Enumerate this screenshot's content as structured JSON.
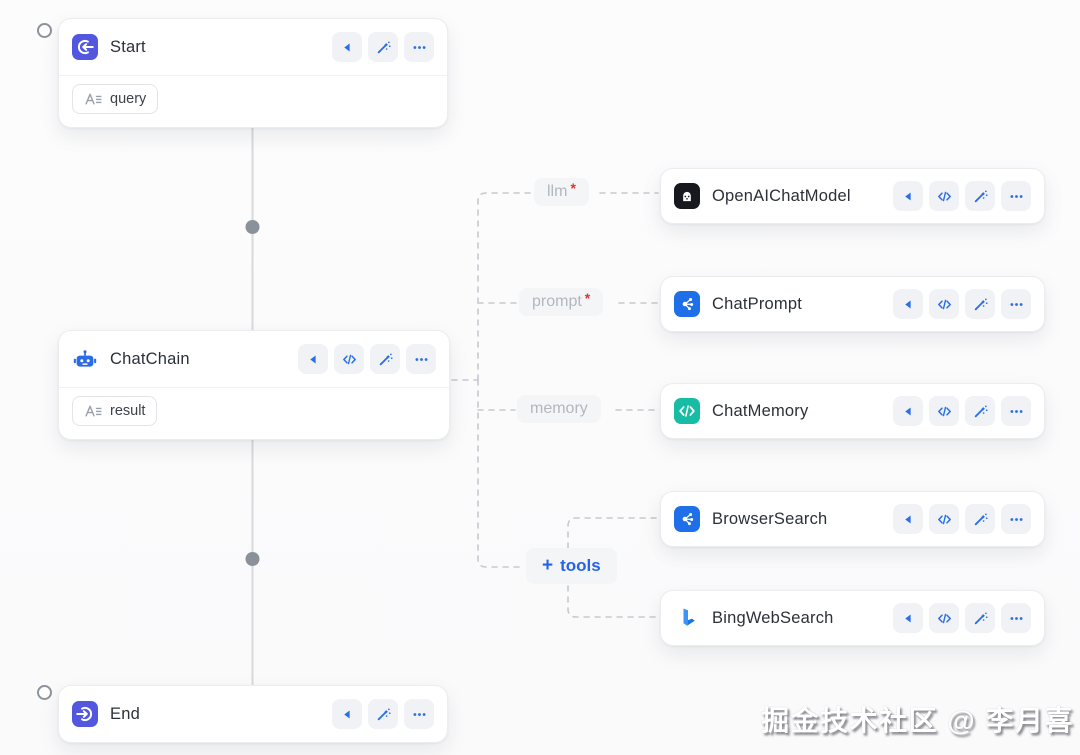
{
  "canvas": {
    "watermark": "掘金技术社区 @ 李月喜",
    "background": "#fbfbfc"
  },
  "colors": {
    "accent_blue": "#2a6fe8",
    "indigo": "#5357e0",
    "teal": "#16bda4",
    "black": "#17191f",
    "required_red": "#e0342f",
    "label_gray": "#b2b7c0",
    "wire_solid": "#d7d9dd",
    "wire_dashed": "#c6c9d0",
    "wire_dot": "#8a9199"
  },
  "left_nodes": {
    "start": {
      "title": "Start",
      "icon": "enter-circle-icon",
      "output_tag": "query",
      "buttons": [
        "collapse-icon",
        "ai-wand-icon",
        "more-icon"
      ]
    },
    "chatchain": {
      "title": "ChatChain",
      "icon": "robot-icon",
      "output_tag": "result",
      "buttons": [
        "collapse-icon",
        "code-icon",
        "ai-wand-icon",
        "more-icon"
      ]
    },
    "end": {
      "title": "End",
      "icon": "enter-arrow-icon",
      "buttons": [
        "collapse-icon",
        "ai-wand-icon",
        "more-icon"
      ]
    }
  },
  "right_nodes": [
    {
      "title": "OpenAIChatModel",
      "icon": "openai-bot-icon",
      "buttons": [
        "collapse-icon",
        "code-icon",
        "ai-wand-icon",
        "more-icon"
      ]
    },
    {
      "title": "ChatPrompt",
      "icon": "share-network-icon",
      "buttons": [
        "collapse-icon",
        "code-icon",
        "ai-wand-icon",
        "more-icon"
      ]
    },
    {
      "title": "ChatMemory",
      "icon": "code-badge-icon",
      "buttons": [
        "collapse-icon",
        "code-icon",
        "ai-wand-icon",
        "more-icon"
      ]
    },
    {
      "title": "BrowserSearch",
      "icon": "share-network-icon",
      "buttons": [
        "collapse-icon",
        "code-icon",
        "ai-wand-icon",
        "more-icon"
      ]
    },
    {
      "title": "BingWebSearch",
      "icon": "bing-icon",
      "buttons": [
        "collapse-icon",
        "code-icon",
        "ai-wand-icon",
        "more-icon"
      ]
    }
  ],
  "connectors": {
    "required_mark": "*",
    "plus": "+",
    "labels": [
      {
        "text": "llm",
        "required": true
      },
      {
        "text": "prompt",
        "required": true
      },
      {
        "text": "memory",
        "required": false
      },
      {
        "text": "tools",
        "required": false
      }
    ]
  }
}
